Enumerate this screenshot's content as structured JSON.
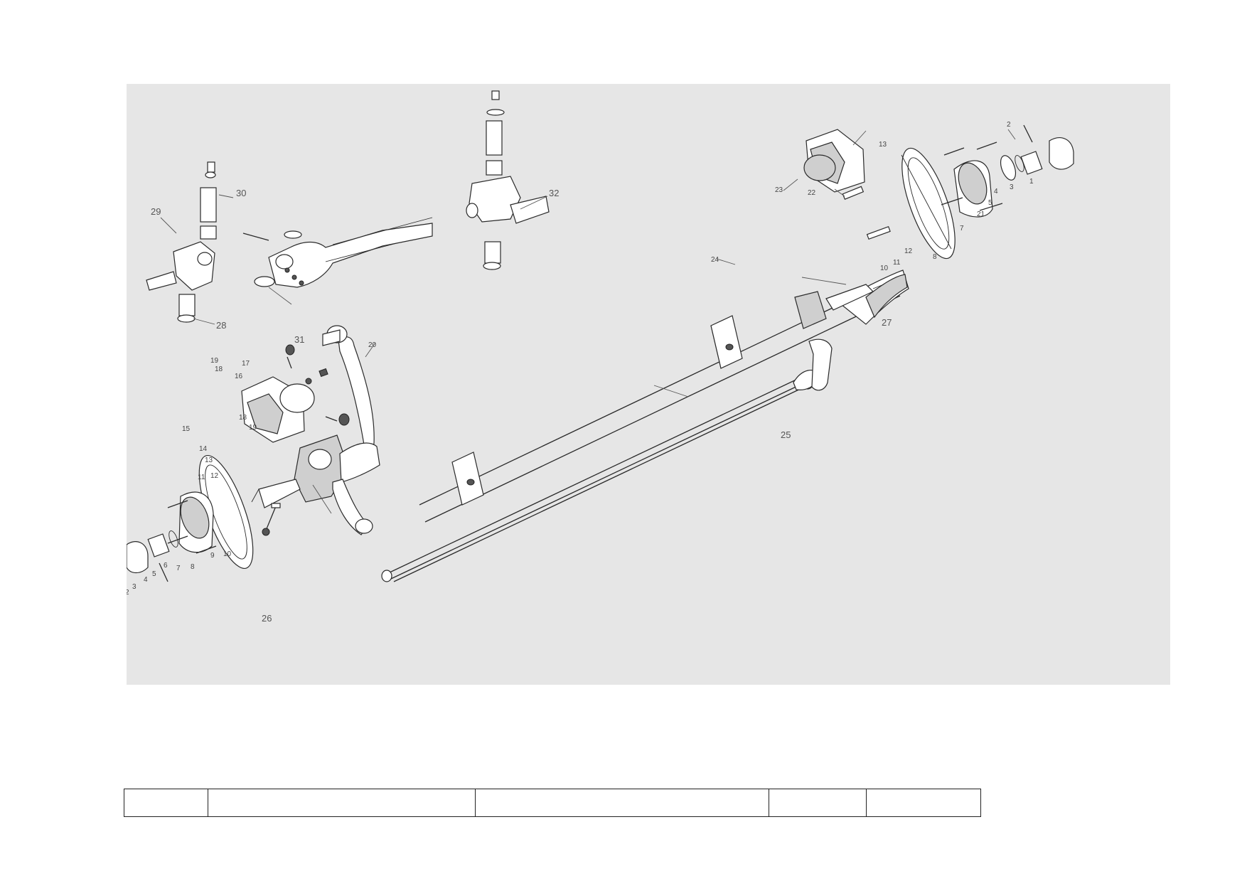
{
  "diagram": {
    "callouts": [
      "1",
      "2",
      "3",
      "4",
      "5",
      "6",
      "7",
      "8",
      "9",
      "10",
      "11",
      "12",
      "13",
      "14",
      "15",
      "16",
      "17",
      "18",
      "19",
      "20",
      "21",
      "22",
      "23",
      "24",
      "25",
      "26",
      "27",
      "28",
      "29",
      "30",
      "31",
      "32"
    ]
  },
  "title_block": {
    "cells": [
      "",
      "",
      "",
      "",
      ""
    ]
  }
}
